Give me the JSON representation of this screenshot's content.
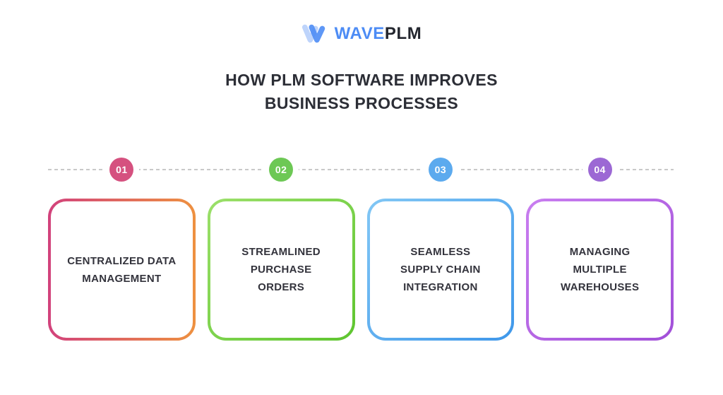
{
  "logo": {
    "brand_primary": "WAVE",
    "brand_secondary": "PLM",
    "primary_color": "#4d8cf5",
    "secondary_color": "#23262e",
    "mark_color_light": "#a8c6fa",
    "mark_color_dark": "#4d8cf5"
  },
  "title": {
    "lines": [
      "HOW PLM SOFTWARE IMPROVES",
      "BUSINESS PROCESSES"
    ],
    "color": "#2c2e36"
  },
  "timeline": {
    "line_color": "#c9c9c9",
    "steps": [
      {
        "number": "01",
        "color": "#d5517f"
      },
      {
        "number": "02",
        "color": "#6dc855"
      },
      {
        "number": "03",
        "color": "#5caaee"
      },
      {
        "number": "04",
        "color": "#9c68d4"
      }
    ]
  },
  "cards": [
    {
      "label": [
        "CENTRALIZED DATA",
        "MANAGEMENT"
      ],
      "border_from": "#d2427c",
      "border_to": "#ee9140",
      "border_angle": "90deg"
    },
    {
      "label": [
        "STREAMLINED",
        "PURCHASE",
        "ORDERS"
      ],
      "border_from": "#9ce06b",
      "border_to": "#5ec52f",
      "border_angle": "135deg"
    },
    {
      "label": [
        "SEAMLESS",
        "SUPPLY CHAIN",
        "INTEGRATION"
      ],
      "border_from": "#82c7f5",
      "border_to": "#3e97ea",
      "border_angle": "135deg"
    },
    {
      "label": [
        "MANAGING",
        "MULTIPLE",
        "WAREHOUSES"
      ],
      "border_from": "#c97ef0",
      "border_to": "#a14fd8",
      "border_angle": "135deg"
    }
  ]
}
